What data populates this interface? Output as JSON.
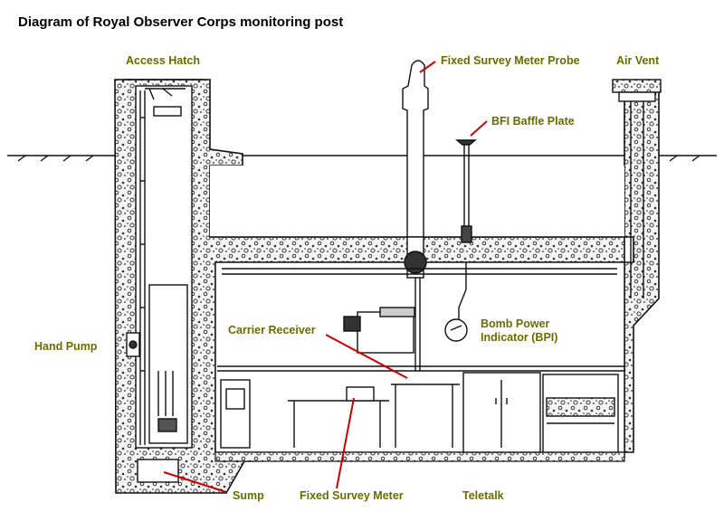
{
  "title": "Diagram of Royal Observer Corps monitoring post",
  "colors": {
    "label_text": "#6b6b00",
    "leader_line": "#cc0000",
    "outline": "#111111",
    "concrete_fill": "#f2f2f2",
    "background": "#ffffff"
  },
  "labels": {
    "access_hatch": "Access Hatch",
    "fixed_survey_meter_probe": "Fixed Survey Meter Probe",
    "air_vent": "Air Vent",
    "bfi_baffle_plate": "BFI Baffle Plate",
    "bomb_power_indicator_line1": "Bomb Power",
    "bomb_power_indicator_line2": "Indicator (BPI)",
    "carrier_receiver": "Carrier Receiver",
    "hand_pump": "Hand Pump",
    "sump": "Sump",
    "fixed_survey_meter": "Fixed Survey Meter",
    "teletalk": "Teletalk"
  }
}
